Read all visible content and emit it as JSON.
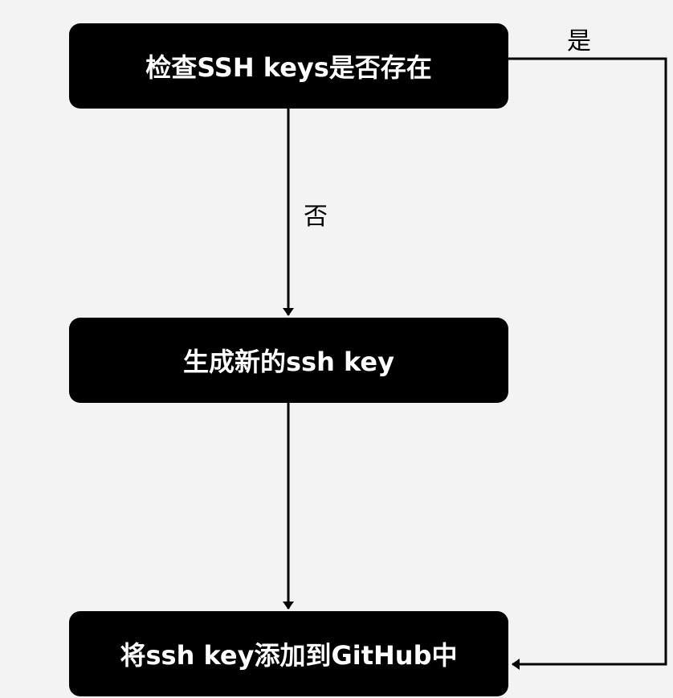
{
  "nodes": {
    "check": "检查SSH keys是否存在",
    "generate": "生成新的ssh key",
    "add": "将ssh key添加到GitHub中"
  },
  "edges": {
    "no_label": "否",
    "yes_label": "是"
  },
  "colors": {
    "background": "#f3f3f3",
    "node_fill": "#000000",
    "node_text": "#ffffff",
    "line": "#000000"
  }
}
